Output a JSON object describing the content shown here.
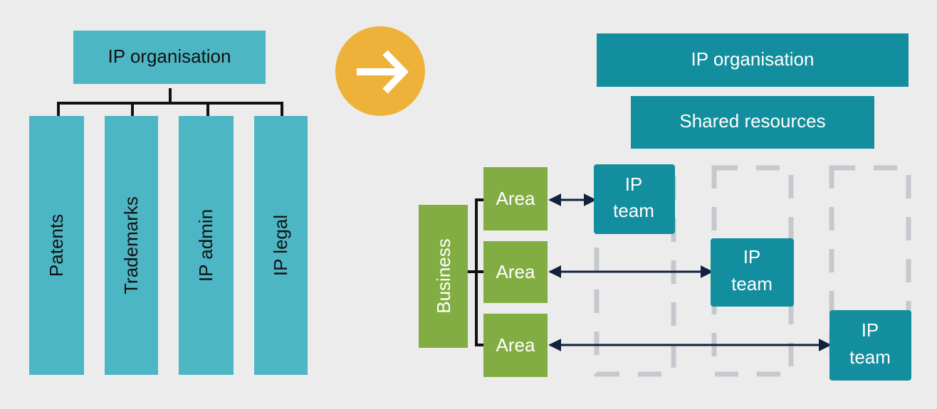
{
  "colors": {
    "background": "#ececec",
    "light_teal": "#4db6c4",
    "dark_teal": "#138e9e",
    "green": "#82ad42",
    "amber": "#eeb23a",
    "navy": "#12213f",
    "dash_grey": "#c5c9ce"
  },
  "left_org": {
    "title": "IP organisation",
    "departments": [
      "Patents",
      "Trademarks",
      "IP admin",
      "IP legal"
    ]
  },
  "transition_icon": "arrow-right-icon",
  "right_org": {
    "title": "IP organisation",
    "shared": "Shared resources",
    "business": "Business",
    "areas": [
      "Area",
      "Area",
      "Area"
    ],
    "ip_teams": [
      {
        "line1": "IP",
        "line2": "team"
      },
      {
        "line1": "IP",
        "line2": "team"
      },
      {
        "line1": "IP",
        "line2": "team"
      }
    ]
  }
}
